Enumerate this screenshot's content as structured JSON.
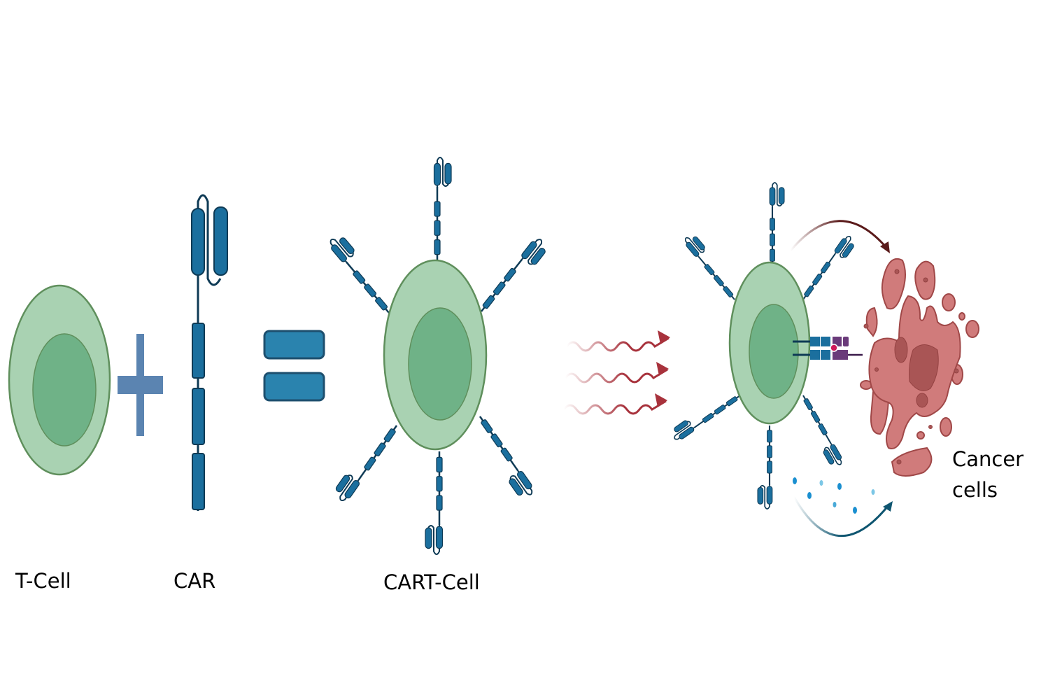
{
  "labels": {
    "tcell": "T-Cell",
    "car": "CAR",
    "cart": "CART-Cell",
    "cancer_line1": "Cancer",
    "cancer_line2": "cells"
  },
  "colors": {
    "cell_outer": "#a9d2b2",
    "cell_inner": "#6fb287",
    "cell_stroke": "#5f8f5c",
    "receptor": "#1b6f9e",
    "receptor_stroke": "#0e3a55",
    "plus": "#5b84b1",
    "equals": "#2a83ae",
    "wave": "#a8323c",
    "cancer": "#d07b7b",
    "cancer_dark": "#a95555",
    "antigen": "#6a3a7a",
    "cytokine": "#1a8fd0",
    "arrow_top": "#5a1a1a",
    "arrow_bottom": "#0e5570"
  }
}
